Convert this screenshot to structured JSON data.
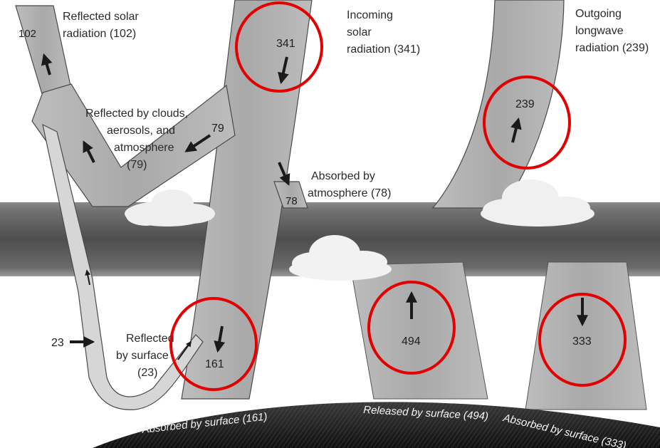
{
  "labels": {
    "reflected_solar_1": "Reflected solar",
    "reflected_solar_2": "radiation (102)",
    "incoming_1": "Incoming",
    "incoming_2": "solar",
    "incoming_3": "radiation (341)",
    "outgoing_1": "Outgoing",
    "outgoing_2": "longwave",
    "outgoing_3": "radiation (239)",
    "clouds_1": "Reflected by clouds,",
    "clouds_2": "aerosols, and",
    "clouds_3": "atmosphere",
    "clouds_4": "(79)",
    "absorbed_atm_1": "Absorbed by",
    "absorbed_atm_2": "atmosphere (78)",
    "surface_refl_1": "Reflected",
    "surface_refl_2": "by surface",
    "surface_refl_3": "(23)"
  },
  "numbers": {
    "n102": "102",
    "n341": "341",
    "n239": "239",
    "n79": "79",
    "n78": "78",
    "n23": "23",
    "n161": "161",
    "n494": "494",
    "n333": "333"
  },
  "surface": {
    "absorbed_161": "Absorbed by surface (161)",
    "released_494": "Released by surface (494)",
    "absorbed_333": "Absorbed by surface (333)"
  },
  "colors": {
    "highlight_circle": "#e30000",
    "band_fill": "#b4b4b4",
    "band_stroke": "#4a4a4a",
    "atmosphere": "#5b5b5b",
    "ground": "#222222"
  }
}
